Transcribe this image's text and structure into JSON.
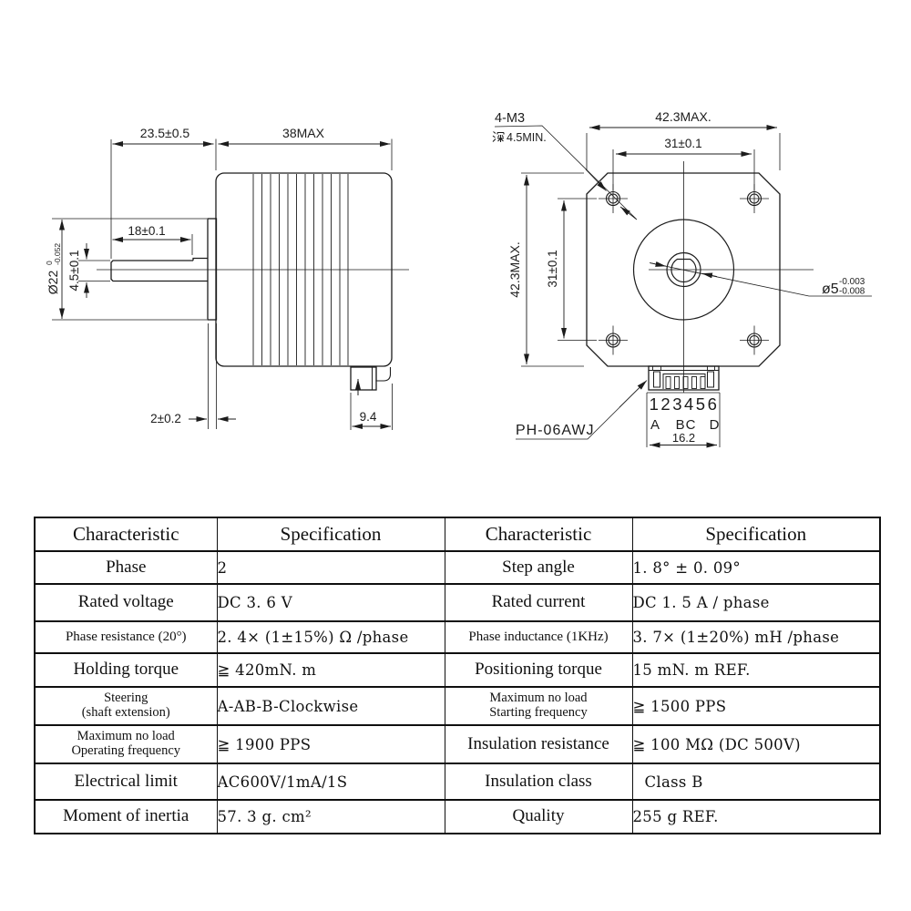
{
  "drawing": {
    "side_view": {
      "dim_front_length": "23.5±0.5",
      "dim_body_length": "38MAX",
      "dim_shaft_flat_length": "18±0.1",
      "dim_shaft_flat_height": "4.5±0.1",
      "dim_pilot_diameter": "Ø22",
      "dim_pilot_tol_upper": "0",
      "dim_pilot_tol_lower": "-0.052",
      "dim_flange_thickness": "2±0.2",
      "dim_connector_depth": "9.4"
    },
    "front_view": {
      "label_mounting_screws": "4-M3",
      "label_screw_depth": "4.5MIN.",
      "dim_body_width": "42.3MAX.",
      "dim_hole_spacing_horizontal": "31±0.1",
      "dim_body_height": "42.3MAX.",
      "dim_hole_spacing_vertical": "31±0.1",
      "dim_shaft_diameter": "ø5",
      "dim_shaft_tol_upper": "-0.003",
      "dim_shaft_tol_lower": "-0.008",
      "connector_model": "PH-06AWJ",
      "pin_numbers": "123456",
      "pin_letter_a": "A",
      "pin_letters_bc": "BC",
      "pin_letter_d": "D",
      "dim_connector_width": "16.2"
    }
  },
  "table": {
    "headers": {
      "characteristic_left": "Characteristic",
      "specification_left": "Specification",
      "characteristic_right": "Characteristic",
      "specification_right": "Specification"
    },
    "rows": [
      {
        "left_label": "Phase",
        "left_value": "2",
        "right_label": "Step angle",
        "right_value": "1. 8°  ±  0. 09°"
      },
      {
        "left_label": "Rated voltage",
        "left_value": "DC 3. 6 V",
        "right_label": "Rated current",
        "right_value": "DC  1. 5 A / phase"
      },
      {
        "left_label": "Phase resistance (20°)",
        "left_value": "2. 4× (1±15%) Ω /phase",
        "right_label": "Phase inductance (1KHz)",
        "right_value": "3. 7× (1±20%) mH /phase"
      },
      {
        "left_label": "Holding torque",
        "left_value": "≧  420mN. m",
        "right_label": "Positioning torque",
        "right_value": "15 mN. m  REF."
      },
      {
        "left_label": "Steering\n(shaft extension)",
        "left_value": "A-AB-B-Clockwise",
        "right_label": "Maximum no load\nStarting frequency",
        "right_value": "≧ 1500 PPS"
      },
      {
        "left_label": "Maximum no load\nOperating frequency",
        "left_value": "≧ 1900 PPS",
        "right_label": "Insulation resistance",
        "right_value": "≧ 100 MΩ (DC 500V)"
      },
      {
        "left_label": "Electrical limit",
        "left_value": "AC600V/1mA/1S",
        "right_label": "Insulation class",
        "right_value": "Class B"
      },
      {
        "left_label": "Moment of inertia",
        "left_value": "57. 3  g. cm²",
        "right_label": "Quality",
        "right_value": "255 g  REF."
      }
    ]
  }
}
